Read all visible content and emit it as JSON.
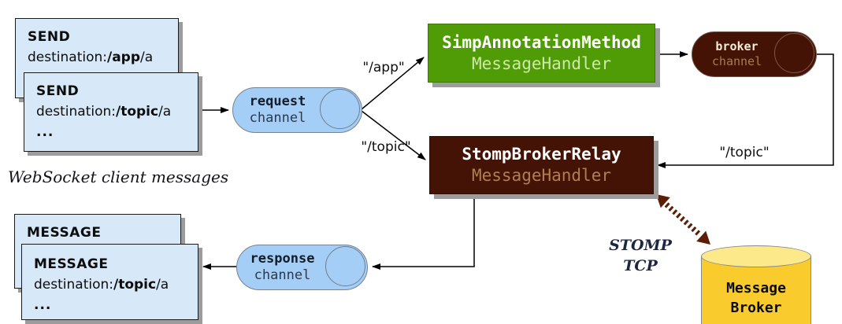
{
  "notes": {
    "send_back": {
      "title": "SEND",
      "dest_prefix": "destination:",
      "dest_bold": "/app",
      "dest_suffix": "/a"
    },
    "send_front": {
      "title": "SEND",
      "dest_prefix": "destination:",
      "dest_bold": "/topic",
      "dest_suffix": "/a",
      "more": "..."
    },
    "msg_back": {
      "title": "MESSAGE"
    },
    "msg_front": {
      "title": "MESSAGE",
      "dest_prefix": "destination:",
      "dest_bold": "/topic",
      "dest_suffix": "/a",
      "more": "..."
    }
  },
  "channels": {
    "request": {
      "name": "request",
      "type": "channel"
    },
    "response": {
      "name": "response",
      "type": "channel"
    },
    "broker": {
      "name": "broker",
      "type": "channel"
    }
  },
  "handlers": {
    "simp": {
      "name": "SimpAnnotationMethod",
      "type": "MessageHandler"
    },
    "relay": {
      "name": "StompBrokerRelay",
      "type": "MessageHandler"
    }
  },
  "labels": {
    "websocket": "WebSocket client messages",
    "app": "\"/app\"",
    "topic_fork": "\"/topic\"",
    "topic_right": "\"/topic\"",
    "stomp": "STOMP",
    "tcp": "TCP"
  },
  "broker_store": {
    "line1": "Message",
    "line2": "Broker"
  },
  "colors": {
    "note_blue": "#d7e8f8",
    "pill_blue": "#a5cef7",
    "handler_green": "#4f9c06",
    "dark_brown": "#451306",
    "cylinder_yellow": "#f9cb2d",
    "cylinder_top_yellow": "#fbe98a",
    "arrow_black": "#000000",
    "dashed_arrow_brown": "#5c1e07"
  }
}
